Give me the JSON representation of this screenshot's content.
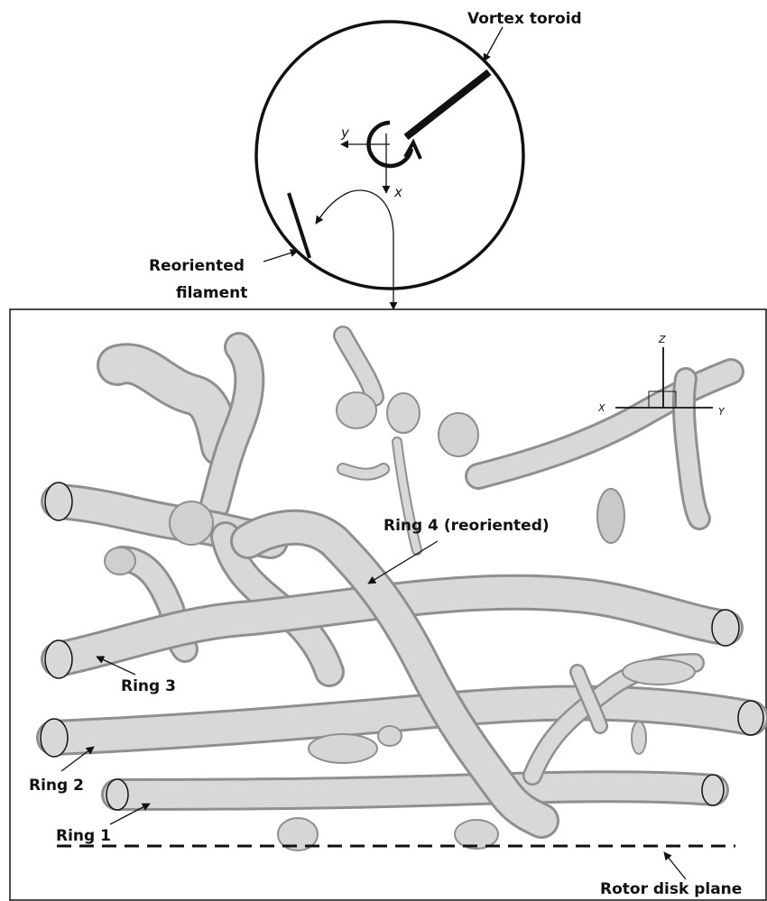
{
  "top_diagram": {
    "label_vortex_toroid": "Vortex toroid",
    "label_reoriented": [
      "Reoriented",
      "filament"
    ],
    "axis_y": "y",
    "axis_x": "x"
  },
  "main_view": {
    "axis_z": "Z",
    "axis_x": "X",
    "axis_y": "Y",
    "ring1": "Ring 1",
    "ring2": "Ring 2",
    "ring3": "Ring 3",
    "ring4": "Ring 4 (reoriented)",
    "rotor_plane": "Rotor disk plane"
  },
  "colors": {
    "tube_fill": "#d6d6d6",
    "tube_edge": "#9a9a9a",
    "ink": "#111111"
  }
}
